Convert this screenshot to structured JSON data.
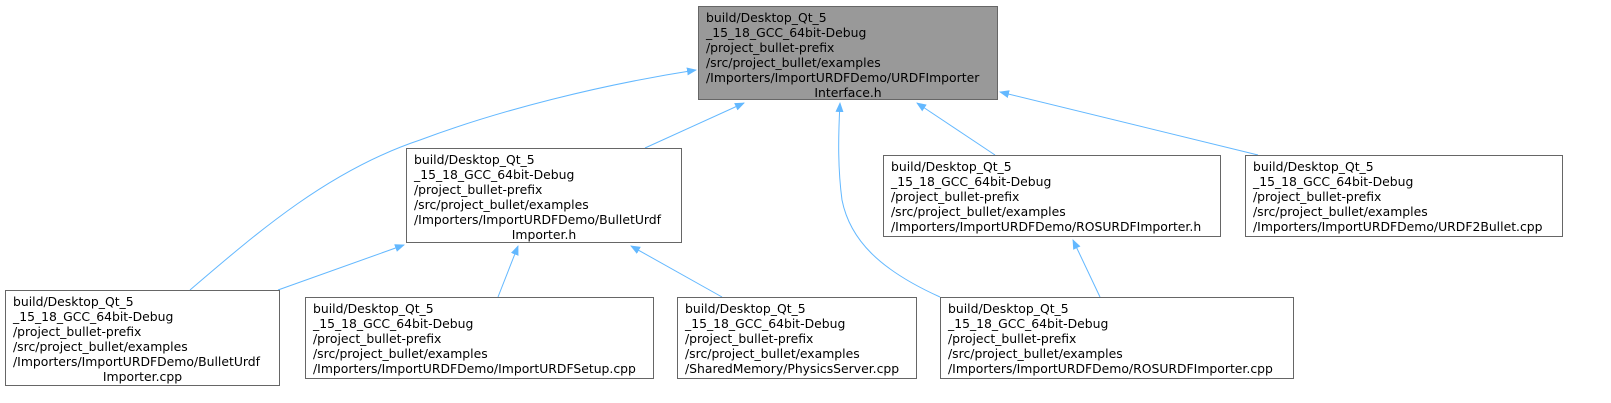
{
  "colors": {
    "edge": "#63b8ff",
    "node_border": "#666666",
    "focus_fill": "#999999",
    "node_fill": "#ffffff",
    "text": "#000000"
  },
  "nodes": [
    {
      "id": "n0",
      "focus": true,
      "lines": [
        "build/Desktop_Qt_5",
        "_15_18_GCC_64bit-Debug",
        "/project_bullet-prefix",
        "/src/project_bullet/examples",
        "/Importers/ImportURDFDemo/URDFImporter",
        "Interface.h"
      ]
    },
    {
      "id": "n1",
      "lines": [
        "build/Desktop_Qt_5",
        "_15_18_GCC_64bit-Debug",
        "/project_bullet-prefix",
        "/src/project_bullet/examples",
        "/Importers/ImportURDFDemo/BulletUrdf",
        "Importer.h"
      ]
    },
    {
      "id": "n2",
      "lines": [
        "build/Desktop_Qt_5",
        "_15_18_GCC_64bit-Debug",
        "/project_bullet-prefix",
        "/src/project_bullet/examples",
        "/Importers/ImportURDFDemo/ROSURDFImporter.h"
      ]
    },
    {
      "id": "n3",
      "lines": [
        "build/Desktop_Qt_5",
        "_15_18_GCC_64bit-Debug",
        "/project_bullet-prefix",
        "/src/project_bullet/examples",
        "/Importers/ImportURDFDemo/URDF2Bullet.cpp"
      ]
    },
    {
      "id": "n4",
      "lines": [
        "build/Desktop_Qt_5",
        "_15_18_GCC_64bit-Debug",
        "/project_bullet-prefix",
        "/src/project_bullet/examples",
        "/Importers/ImportURDFDemo/BulletUrdf",
        "Importer.cpp"
      ]
    },
    {
      "id": "n5",
      "lines": [
        "build/Desktop_Qt_5",
        "_15_18_GCC_64bit-Debug",
        "/project_bullet-prefix",
        "/src/project_bullet/examples",
        "/Importers/ImportURDFDemo/ImportURDFSetup.cpp"
      ]
    },
    {
      "id": "n6",
      "lines": [
        "build/Desktop_Qt_5",
        "_15_18_GCC_64bit-Debug",
        "/project_bullet-prefix",
        "/src/project_bullet/examples",
        "/SharedMemory/PhysicsServer.cpp"
      ]
    },
    {
      "id": "n7",
      "lines": [
        "build/Desktop_Qt_5",
        "_15_18_GCC_64bit-Debug",
        "/project_bullet-prefix",
        "/src/project_bullet/examples",
        "/Importers/ImportURDFDemo/ROSURDFImporter.cpp"
      ]
    }
  ],
  "edges": [
    {
      "from": "n4",
      "to": "n0"
    },
    {
      "from": "n1",
      "to": "n0"
    },
    {
      "from": "n7",
      "to": "n0"
    },
    {
      "from": "n2",
      "to": "n0"
    },
    {
      "from": "n3",
      "to": "n0"
    },
    {
      "from": "n4",
      "to": "n1"
    },
    {
      "from": "n5",
      "to": "n1"
    },
    {
      "from": "n6",
      "to": "n1"
    },
    {
      "from": "n7",
      "to": "n2"
    }
  ]
}
